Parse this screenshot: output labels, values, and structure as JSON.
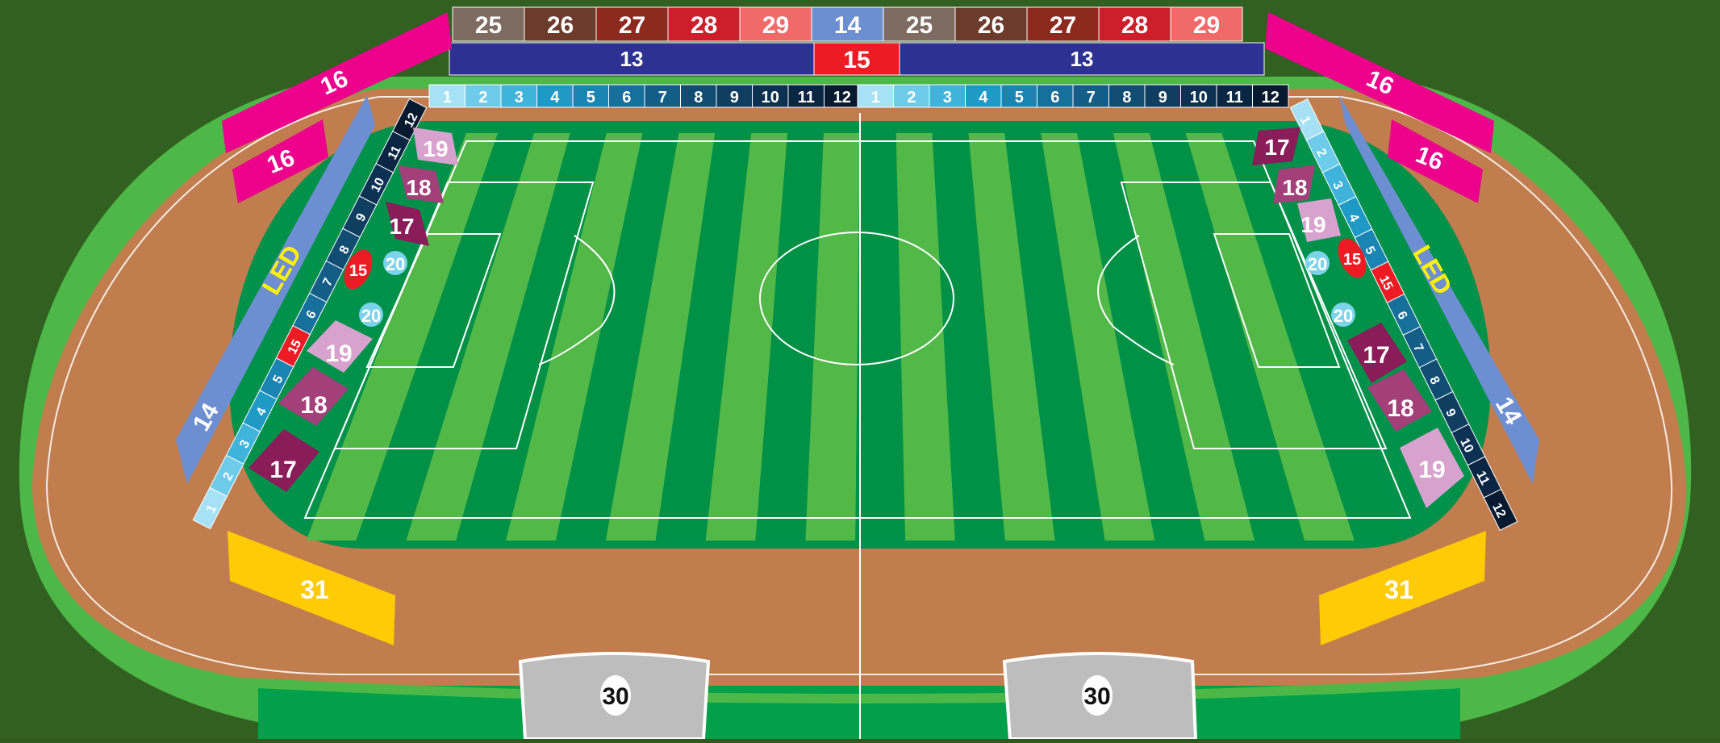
{
  "colors": {
    "grass_bg": "#2f5a1f",
    "outer_green": "#4db848",
    "track": "#c17d4e",
    "pitch_light": "#52b848",
    "pitch_dark": "#019146",
    "line": "#ffffff",
    "band13": "#2e3192",
    "red": "#ed1c24",
    "magenta": "#ec008c",
    "led_blue": "#6d8fd1",
    "led_text": "#fff200",
    "zone31": "#ffcb05",
    "zone30": "#bdbdbd",
    "z17": "#8a1c5a",
    "z18": "#a3407a",
    "z19": "#d8a2cf",
    "z20": "#7dd3ea"
  },
  "top_stands": {
    "left_upper": [
      {
        "label": "25",
        "color": "#7e6b61"
      },
      {
        "label": "26",
        "color": "#6d3b2b"
      },
      {
        "label": "27",
        "color": "#8c2a1f"
      },
      {
        "label": "28",
        "color": "#cc1f2b"
      },
      {
        "label": "29",
        "color": "#f06a6a"
      }
    ],
    "center_upper": {
      "label": "14",
      "color": "#6d8fd1"
    },
    "right_upper": [
      {
        "label": "25",
        "color": "#7e6b61"
      },
      {
        "label": "26",
        "color": "#6d3b2b"
      },
      {
        "label": "27",
        "color": "#8c2a1f"
      },
      {
        "label": "28",
        "color": "#cc1f2b"
      },
      {
        "label": "29",
        "color": "#f06a6a"
      }
    ],
    "band_left": "13",
    "band_center": "15",
    "band_right": "13"
  },
  "row_numbers": [
    "1",
    "2",
    "3",
    "4",
    "5",
    "6",
    "7",
    "8",
    "9",
    "10",
    "11",
    "12"
  ],
  "row_colors": [
    "#a6e1f5",
    "#6fcbea",
    "#3fb3da",
    "#1f9ac7",
    "#1a84b2",
    "#176f9c",
    "#145d87",
    "#114c72",
    "#0f3e61",
    "#0c3152",
    "#0a2642",
    "#081a30"
  ],
  "side_stands": {
    "magenta_outer": "16",
    "magenta_inner": "16",
    "led": "LED",
    "led_stand": "14",
    "red_dot": "15",
    "red_row": "15",
    "z17": "17",
    "z18": "18",
    "z19": "19",
    "z20": "20"
  },
  "bottom": {
    "yellow": "31",
    "grey": "30"
  }
}
